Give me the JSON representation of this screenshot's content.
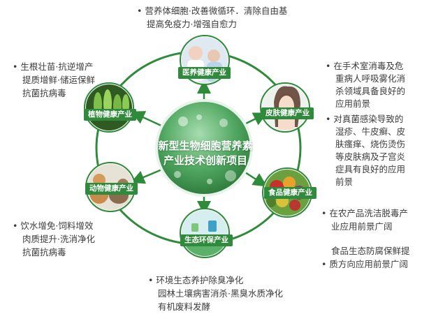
{
  "center": {
    "line1": "新型生物细胞营养素",
    "line2": "产业技术创新项目"
  },
  "nodes": {
    "medical": {
      "label": "医养健康产业"
    },
    "skin": {
      "label": "皮肤健康产业"
    },
    "food": {
      "label": "食品健康产业"
    },
    "eco": {
      "label": "生态环保产业"
    },
    "animal": {
      "label": "动物健康产业"
    },
    "plant": {
      "label": "植物健康产业"
    }
  },
  "descriptions": {
    "medical": [
      "营养体细胞·改善微循环．清除自由基",
      "提高免疫力·增强自愈力"
    ],
    "plant": [
      "生根壮苗·抗逆增产",
      "提质增鲜·储运保鲜",
      "抗菌抗病毒"
    ],
    "skin_a": [
      "在手术室消毒及危",
      "重病人呼吸雾化消",
      "杀领域具备良好的",
      "应用前景"
    ],
    "skin_b": [
      "对真菌感染导致的",
      "湿疹、牛皮癣、皮",
      "肤瘙痒、烧伤烫伤",
      "等皮肤病及子宫炎",
      "症具有良好的应用",
      "前景"
    ],
    "food_a": [
      "在农产品洗洁脱毒产",
      "业应用前景广阔"
    ],
    "food_b": [
      "食品生态防腐保鲜提",
      "质方向应用前景广阔"
    ],
    "animal": [
      "饮水增免·饲料增效",
      "肉质提升·洗消净化",
      "抗菌抗病毒"
    ],
    "eco": [
      "环境生态养护除臭净化",
      "园林土壤病害消杀·黑臭水质净化",
      "有机废料发酵"
    ]
  },
  "colors": {
    "ring": "#2e8b3a",
    "label_bg": "#2f8a3b",
    "center_dark": "#2c7a3b",
    "center_light": "#7cc28a",
    "bullet": "#4a4a4a"
  }
}
